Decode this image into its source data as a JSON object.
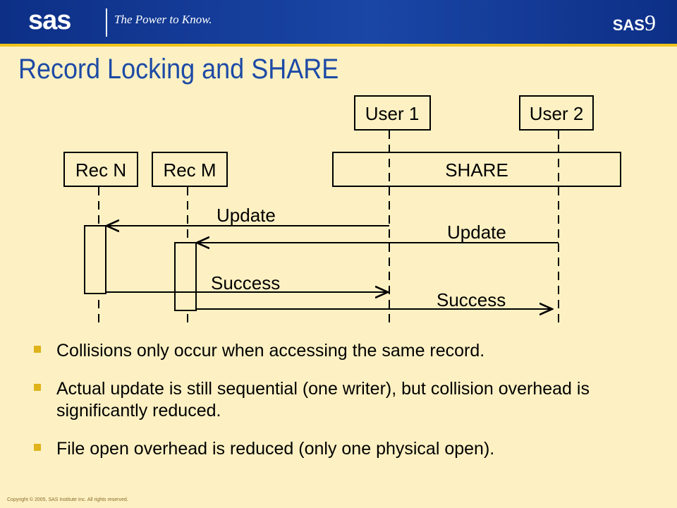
{
  "header": {
    "logo_text": "sas",
    "tagline": "The Power to Know.",
    "version_badge": "SAS",
    "version_number": "9"
  },
  "title": "Record Locking and SHARE",
  "diagram": {
    "users": [
      "User 1",
      "User 2"
    ],
    "records": [
      "Rec N",
      "Rec M"
    ],
    "server": "SHARE",
    "messages": {
      "update_1": "Update",
      "update_2": "Update",
      "success_1": "Success",
      "success_2": "Success"
    }
  },
  "bullets": [
    "Collisions only occur when accessing the same record.",
    "Actual update is still sequential (one writer), but collision overhead is significantly reduced.",
    "File open overhead is reduced (only one physical open)."
  ],
  "footer": {
    "copyright": "Copyright © 2005,  SAS Institute Inc.  All rights reserved."
  },
  "colors": {
    "header_blue": "#1a46a6",
    "accent_gold": "#f0c419",
    "title_blue": "#1d4aa6",
    "background": "#fdf1c3"
  }
}
